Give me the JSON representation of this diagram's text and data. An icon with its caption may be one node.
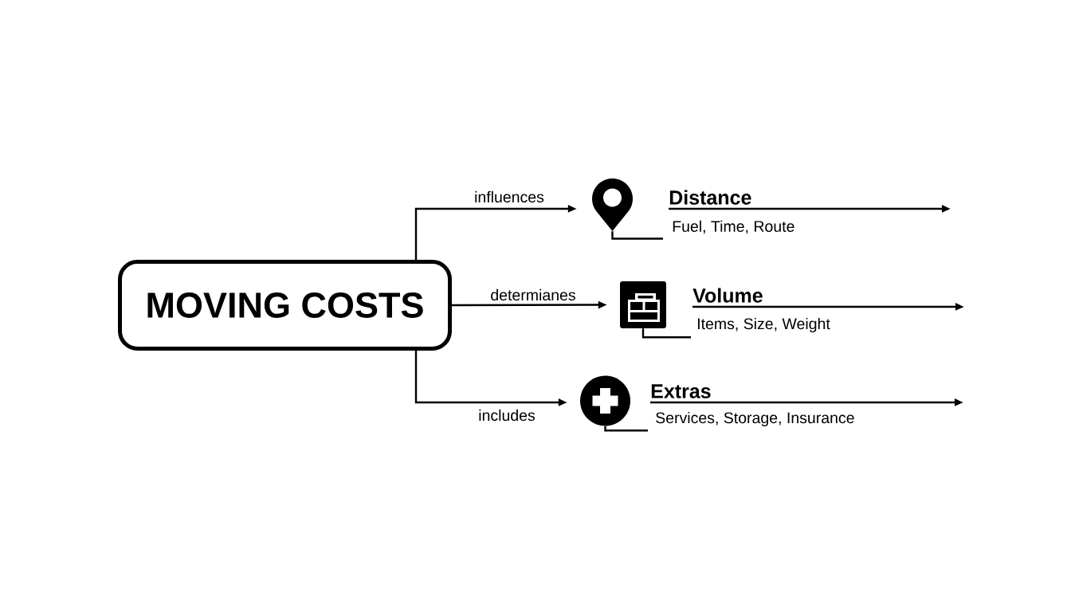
{
  "diagram": {
    "nodes": [
      {
        "text": [
          "MOVING COSTS"
        ]
      },
      {
        "text": [],
        "shape": "picture"
      },
      {
        "text": [
          "Distance"
        ]
      },
      {
        "text": [
          "Fuel, Time, Route"
        ]
      },
      {
        "text": [],
        "shape": "picture"
      },
      {
        "text": [
          "Volume"
        ]
      },
      {
        "text": [
          "Items, Size, Weight"
        ]
      },
      {
        "text": [],
        "shape": "picture"
      },
      {
        "text": [
          "Extras"
        ]
      },
      {
        "text": [
          "Services, Storage, Insurance"
        ]
      }
    ],
    "edges": [
      {
        "from": 0,
        "to": 1,
        "arrow": "to",
        "label": "influences"
      },
      {
        "from": 1,
        "to": 3,
        "arrow": "none"
      },
      {
        "from": 2,
        "to": null,
        "arrow": "to"
      },
      {
        "from": 0,
        "to": 4,
        "arrow": "to",
        "label": "determianes"
      },
      {
        "from": 4,
        "to": 6,
        "arrow": "none"
      },
      {
        "from": 5,
        "to": null,
        "arrow": "to"
      },
      {
        "from": 0,
        "to": 7,
        "arrow": "to",
        "label": "includes"
      },
      {
        "from": 7,
        "to": 9,
        "arrow": "none"
      },
      {
        "from": 8,
        "to": null,
        "arrow": "to"
      }
    ]
  }
}
